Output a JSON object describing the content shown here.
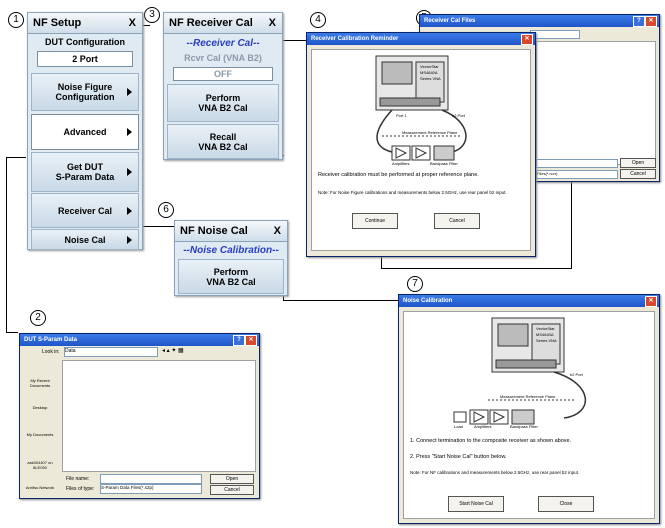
{
  "callouts": [
    "1",
    "2",
    "3",
    "4",
    "5",
    "6",
    "7"
  ],
  "nf_setup": {
    "title": "NF Setup",
    "close": "X",
    "section": "DUT Configuration",
    "port_value": "2 Port",
    "noise_fig_line1": "Noise Figure",
    "noise_fig_line2": "Configuration",
    "advanced": "Advanced",
    "get_dut_line1": "Get DUT",
    "get_dut_line2": "S-Param Data",
    "receiver_cal": "Receiver Cal",
    "noise_cal": "Noise Cal"
  },
  "receiver_cal_menu": {
    "title": "NF Receiver Cal",
    "close": "X",
    "section": "--Receiver Cal--",
    "rcvr_label": "Rcvr Cal (VNA B2)",
    "rcvr_value": "OFF",
    "perform_line1": "Perform",
    "perform_line2": "VNA B2 Cal",
    "recall_line1": "Recall",
    "recall_line2": "VNA B2 Cal"
  },
  "noise_cal_menu": {
    "title": "NF Noise Cal",
    "close": "X",
    "section": "--Noise Calibration--",
    "perform_line1": "Perform",
    "perform_line2": "VNA B2 Cal"
  },
  "reminder_dialog": {
    "title": "Receiver Calibration Reminder",
    "vna_line1": "VectorStar",
    "vna_line2": "MS4640A",
    "vna_line3": "Series VNA",
    "port1": "Port 1",
    "b2port": "b2 Port",
    "ref_plane": "Measurement Reference Plane",
    "amplifiers": "Amplifiers",
    "bandpass": "Bandpass Filter",
    "message": "Receiver calibration must be performed at proper reference plane.",
    "note": "Note: For Noise Figure calibrations and measurements below 2.5GHz, use rear panel b2 input.",
    "continue": "Continue",
    "cancel": "Cancel"
  },
  "cal_files_dialog": {
    "title": "Receiver Cal Files",
    "open": "Open",
    "cancel": "Cancel",
    "filetype": "Files(*.rcvr)"
  },
  "sparam_dialog": {
    "title": "DUT S-Param Data",
    "look_in_label": "Look in:",
    "look_in_value": "Data",
    "places": [
      "My Recent Documents",
      "Desktop",
      "My Documents",
      "ask004407 on 8LE030",
      "Anritsu Network"
    ],
    "file_name_label": "File name:",
    "file_type_label": "Files of type:",
    "file_type_value": "S-Param Data Files(*.s2p)",
    "open": "Open",
    "cancel": "Cancel"
  },
  "noise_dialog": {
    "title": "Noise Calibration",
    "vna_line1": "VectorStar",
    "vna_line2": "MS4640A",
    "vna_line3": "Series VNA",
    "b2port": "b2 Port",
    "ref_plane": "Measurement Reference Plane",
    "load": "Load",
    "amplifiers": "Amplifiers",
    "bandpass": "Bandpass Filter",
    "step1": "1. Connect termination to the composite receiver as shown above.",
    "step2": "2. Press \"Start Noise Cal\" button below.",
    "note": "Note: For NF calibrations and measurements below 2.5GHz, use rear panel b2 input.",
    "start": "Start Noise Cal",
    "close": "Close"
  }
}
